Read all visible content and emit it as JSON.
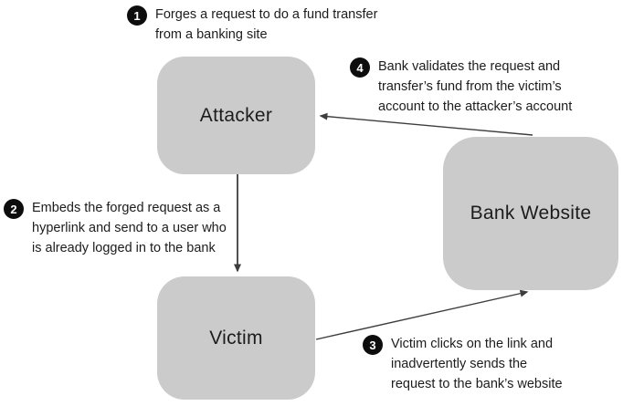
{
  "nodes": {
    "attacker": {
      "label": "Attacker"
    },
    "victim": {
      "label": "Victim"
    },
    "bank": {
      "label": "Bank Website"
    }
  },
  "steps": [
    {
      "number": "1",
      "text": "Forges a request to do a fund transfer from a banking site",
      "lines": [
        "Forges a request to do a fund transfer",
        "from a banking site"
      ]
    },
    {
      "number": "2",
      "text": "Embeds the forged request as a hyperlink and send to a user who is already logged in to the bank",
      "lines": [
        "Embeds the forged request as a",
        "hyperlink and send to a user who",
        "is already logged in to the bank"
      ]
    },
    {
      "number": "3",
      "text": "Victim clicks on the link and inadvertently sends the request to the bank’s website",
      "lines": [
        "Victim clicks on the link and",
        "inadvertently sends the",
        "request to the bank’s website"
      ]
    },
    {
      "number": "4",
      "text": "Bank validates the request and transfer’s fund from the victim’s account to the attacker’s account",
      "lines": [
        "Bank validates the request and",
        "transfer’s  fund from the victim’s",
        "account to the attacker’s account"
      ]
    }
  ],
  "arrows": [
    {
      "name": "attacker-to-victim",
      "from": "attacker",
      "to": "victim"
    },
    {
      "name": "victim-to-bank",
      "from": "victim",
      "to": "bank"
    },
    {
      "name": "bank-to-attacker",
      "from": "bank",
      "to": "attacker"
    }
  ],
  "colors": {
    "background": "#ffffff",
    "node_fill": "#cbcbcb",
    "text": "#1c1c1c",
    "badge_bg": "#0d0d0d",
    "badge_text": "#ffffff",
    "arrow": "#3d3d3d"
  }
}
